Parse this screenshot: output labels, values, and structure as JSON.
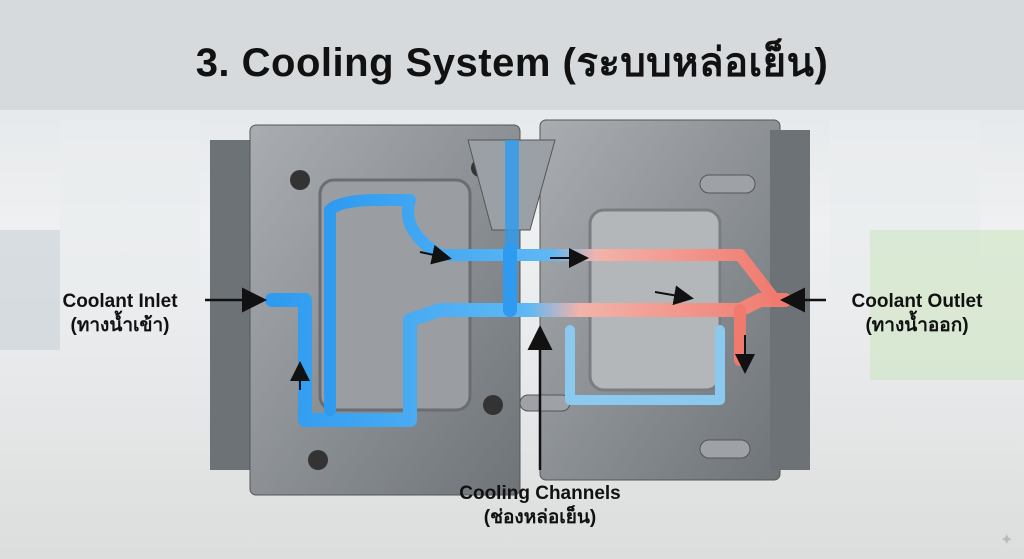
{
  "title": "3. Cooling System (ระบบหล่อเย็น)",
  "labels": {
    "inlet": {
      "en": "Coolant Inlet",
      "th": "(ทางน้ำเข้า)"
    },
    "outlet": {
      "en": "Coolant Outlet",
      "th": "(ทางน้ำออก)"
    },
    "channels": {
      "en": "Cooling Channels",
      "th": "(ช่องหล่อเย็น)"
    }
  },
  "colors": {
    "cold": "#2e9bf0",
    "hot": "#f07a6e",
    "steel": "#8a8f94"
  }
}
